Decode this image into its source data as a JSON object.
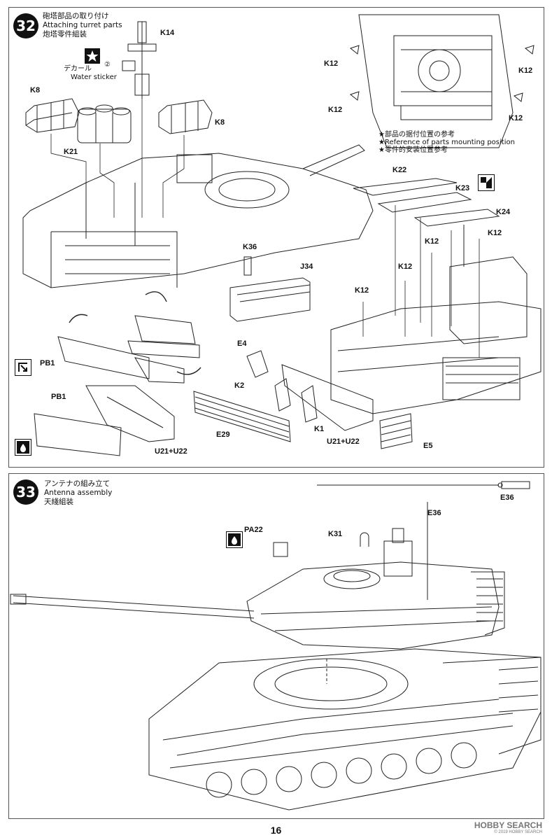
{
  "step32": {
    "number": "32",
    "title_jp": "砲塔部品の取り付け",
    "title_en": "Attaching turret parts",
    "title_cn": "炮塔零件組装",
    "decal_circle": "②",
    "decal_jp": "デカール",
    "decal_en": "Water sticker",
    "note_jp": "★部品の据付位置の参考",
    "note_en": "★Reference of parts mounting position",
    "note_cn": "★零件的安装位置参考",
    "labels": {
      "k14": "K14",
      "k8a": "K8",
      "k8b": "K8",
      "k21": "K21",
      "k12_tl": "K12",
      "k12_tr": "K12",
      "k12_bl": "K12",
      "k12_br": "K12",
      "k36": "K36",
      "j34": "J34",
      "k22": "K22",
      "k23": "K23",
      "k24": "K24",
      "k12_r1": "K12",
      "k12_r2": "K12",
      "k12_r3": "K12",
      "k12_r4": "K12",
      "pb1a": "PB1",
      "pb1b": "PB1",
      "e4": "E4",
      "k2": "K2",
      "k1": "K1",
      "e29": "E29",
      "u21a": "U21+U22",
      "u21b": "U21+U22",
      "e5": "E5"
    }
  },
  "step33": {
    "number": "33",
    "title_jp": "アンテナの組み立て",
    "title_en": "Antenna assembly",
    "title_cn": "天綫組装",
    "labels": {
      "e36a": "E36",
      "e36b": "E36",
      "k31": "K31",
      "pa22": "PA22"
    }
  },
  "page_number": "16",
  "watermark": "HOBBY SEARCH",
  "watermark_sub": "© 2019 HOBBY SEARCH"
}
